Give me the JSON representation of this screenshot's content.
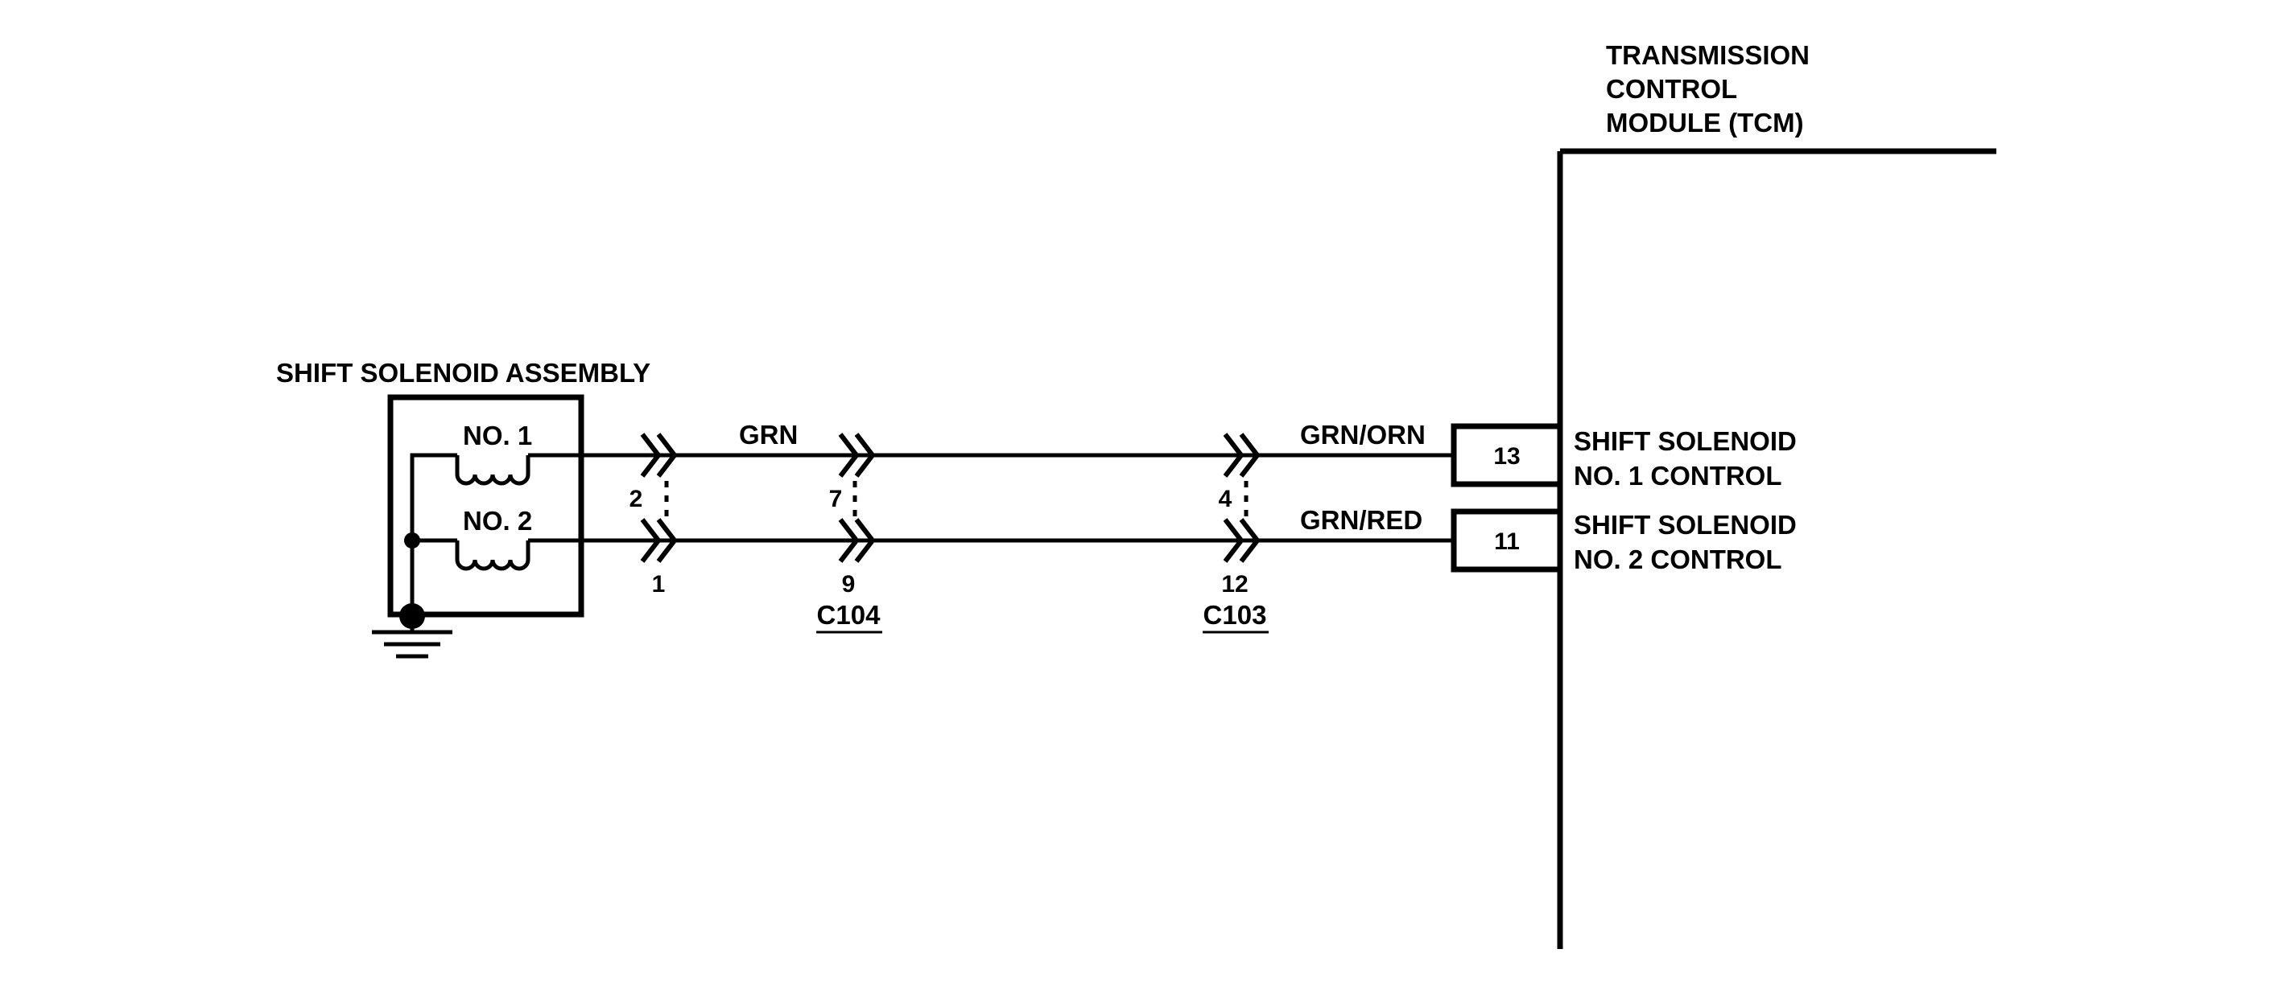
{
  "colors": {
    "ink": "#000000",
    "background": "#ffffff"
  },
  "tcm": {
    "title_line1": "TRANSMISSION",
    "title_line2": "CONTROL",
    "title_line3": "MODULE (TCM)",
    "pins": [
      {
        "pin": "13",
        "label_line1": "SHIFT SOLENOID",
        "label_line2": "NO. 1 CONTROL"
      },
      {
        "pin": "11",
        "label_line1": "SHIFT SOLENOID",
        "label_line2": "NO. 2 CONTROL"
      }
    ]
  },
  "solenoid_assembly": {
    "title": "SHIFT SOLENOID ASSEMBLY",
    "coil1": "NO. 1",
    "coil2": "NO. 2"
  },
  "connectors": {
    "assembly": {
      "pin_top": "2",
      "pin_bottom": "1"
    },
    "c104": {
      "name": "C104",
      "pin_top": "7",
      "pin_bottom": "9"
    },
    "c103": {
      "name": "C103",
      "pin_top": "4",
      "pin_bottom": "12"
    }
  },
  "wires": {
    "grn": "GRN",
    "grn_orn": "GRN/ORN",
    "grn_red": "GRN/RED"
  }
}
